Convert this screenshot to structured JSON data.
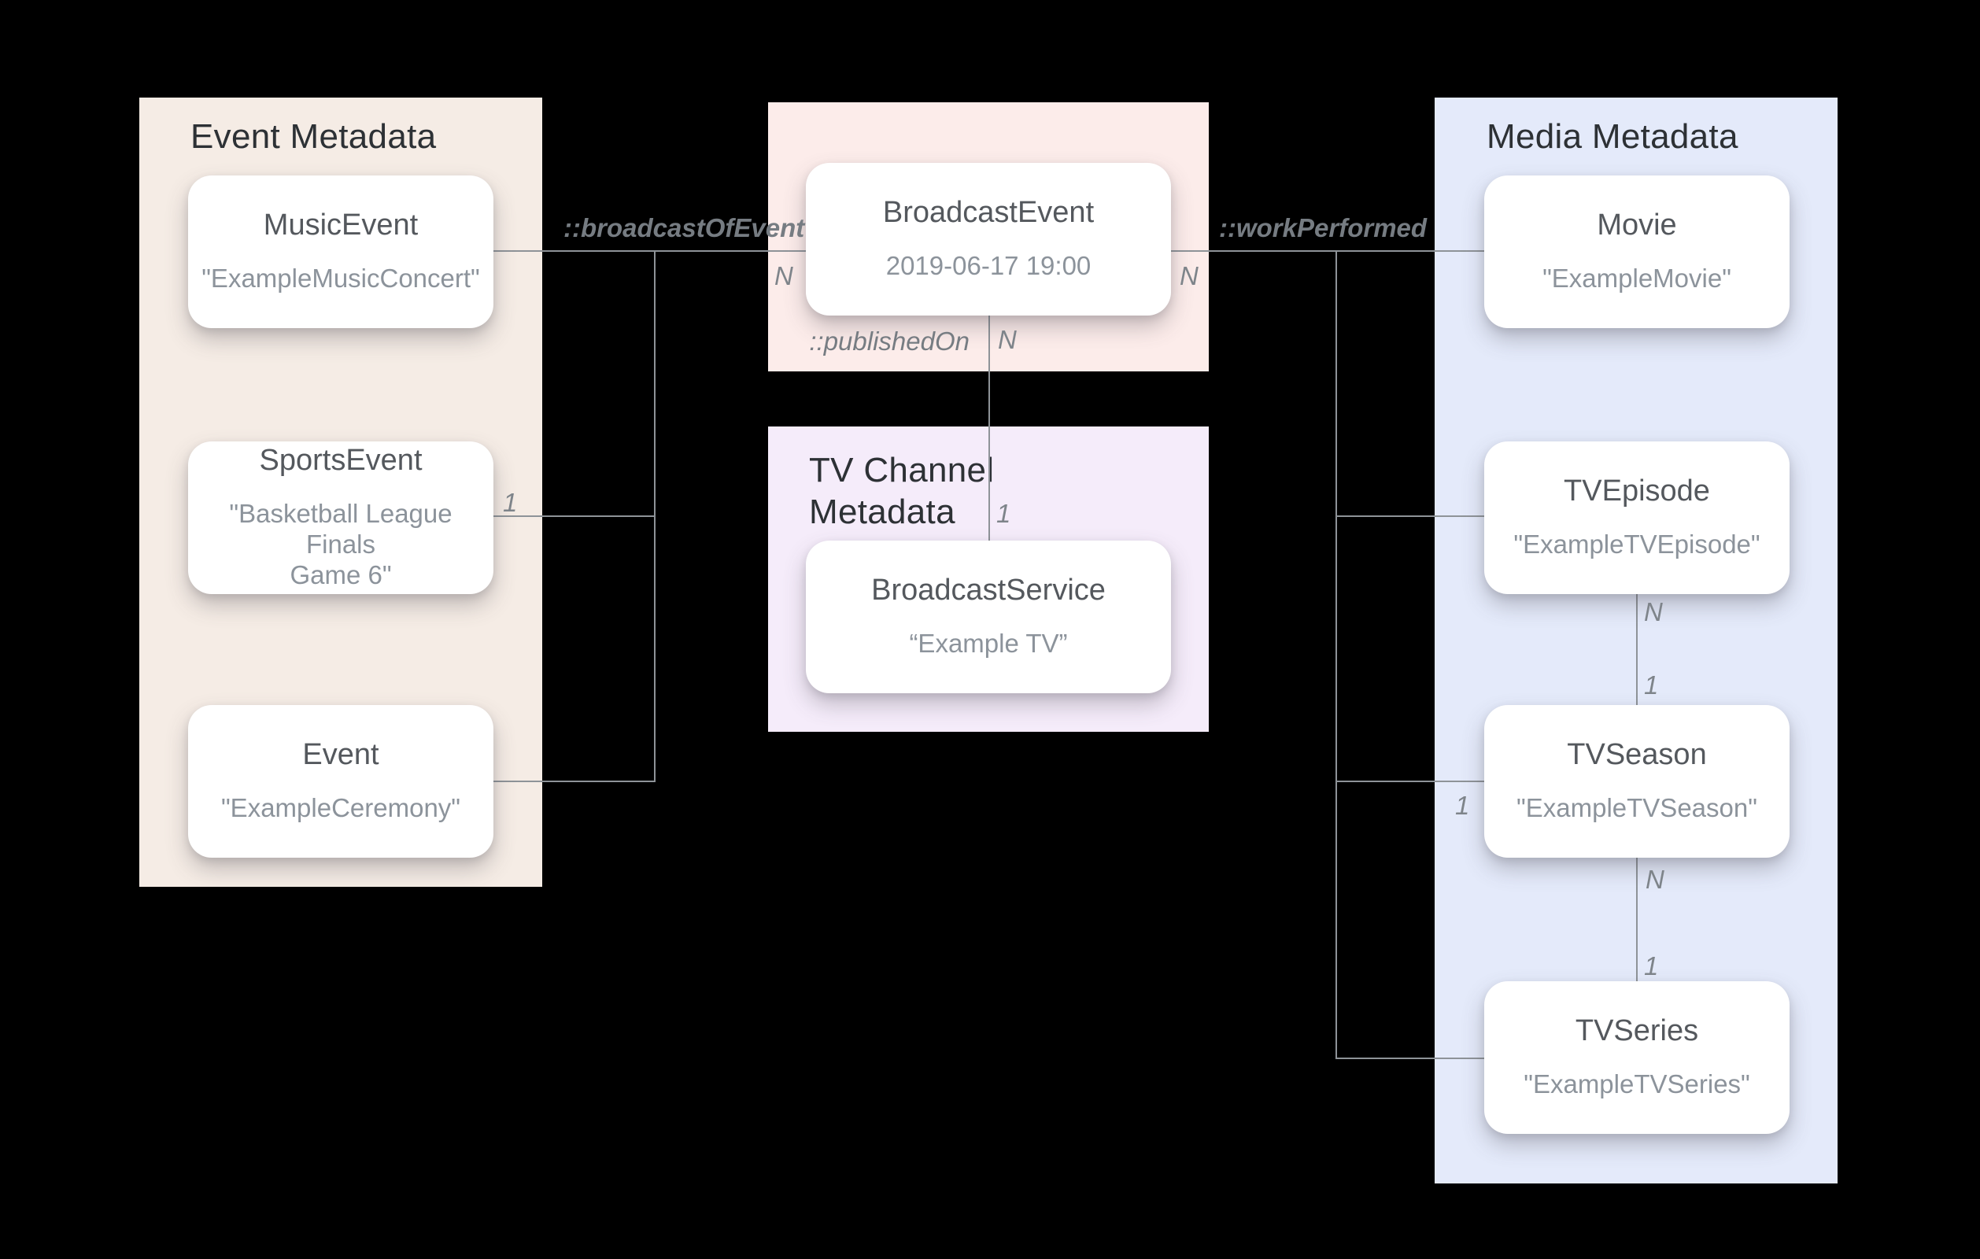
{
  "colors": {
    "bg": "#000000",
    "panel_event": "#f5ece5",
    "panel_broadcast": "#fcecea",
    "panel_tv": "#f5ecfa",
    "panel_media": "#e4eafa",
    "card_bg": "#ffffff",
    "header_text": "#2d3135",
    "card_title": "#54585d",
    "card_subtitle": "#8c939b",
    "relation_label": "#767c82",
    "cardinality_label": "#7e848a",
    "line": "#8e9398"
  },
  "panels": {
    "event": {
      "title": "Event Metadata"
    },
    "tv_channel": {
      "title": "TV Channel Metadata"
    },
    "media": {
      "title": "Media Metadata"
    }
  },
  "cards": {
    "music_event": {
      "title": "MusicEvent",
      "subtitle": "\"ExampleMusicConcert\""
    },
    "sports_event": {
      "title": "SportsEvent",
      "subtitle": "\"Basketball League Finals\nGame 6\""
    },
    "event": {
      "title": "Event",
      "subtitle": "\"ExampleCeremony\""
    },
    "broadcast_event": {
      "title": "BroadcastEvent",
      "subtitle": "2019-06-17 19:00"
    },
    "broadcast_service": {
      "title": "BroadcastService",
      "subtitle": "“Example TV”"
    },
    "movie": {
      "title": "Movie",
      "subtitle": "\"ExampleMovie\""
    },
    "tv_episode": {
      "title": "TVEpisode",
      "subtitle": "\"ExampleTVEpisode\""
    },
    "tv_season": {
      "title": "TVSeason",
      "subtitle": "\"ExampleTVSeason\""
    },
    "tv_series": {
      "title": "TVSeries",
      "subtitle": "\"ExampleTVSeries\""
    }
  },
  "relations": {
    "broadcast_of_event": "::broadcastOfEvent",
    "work_performed": "::workPerformed",
    "published_on": "::publishedOn"
  },
  "cardinalities": {
    "broadcast_left_n": "N",
    "broadcast_right_n": "N",
    "published_n": "N",
    "published_1": "1",
    "sports_1": "1",
    "season_left_1": "1",
    "episode_season_n": "N",
    "episode_season_1": "1",
    "season_series_n": "N",
    "season_series_1": "1"
  }
}
